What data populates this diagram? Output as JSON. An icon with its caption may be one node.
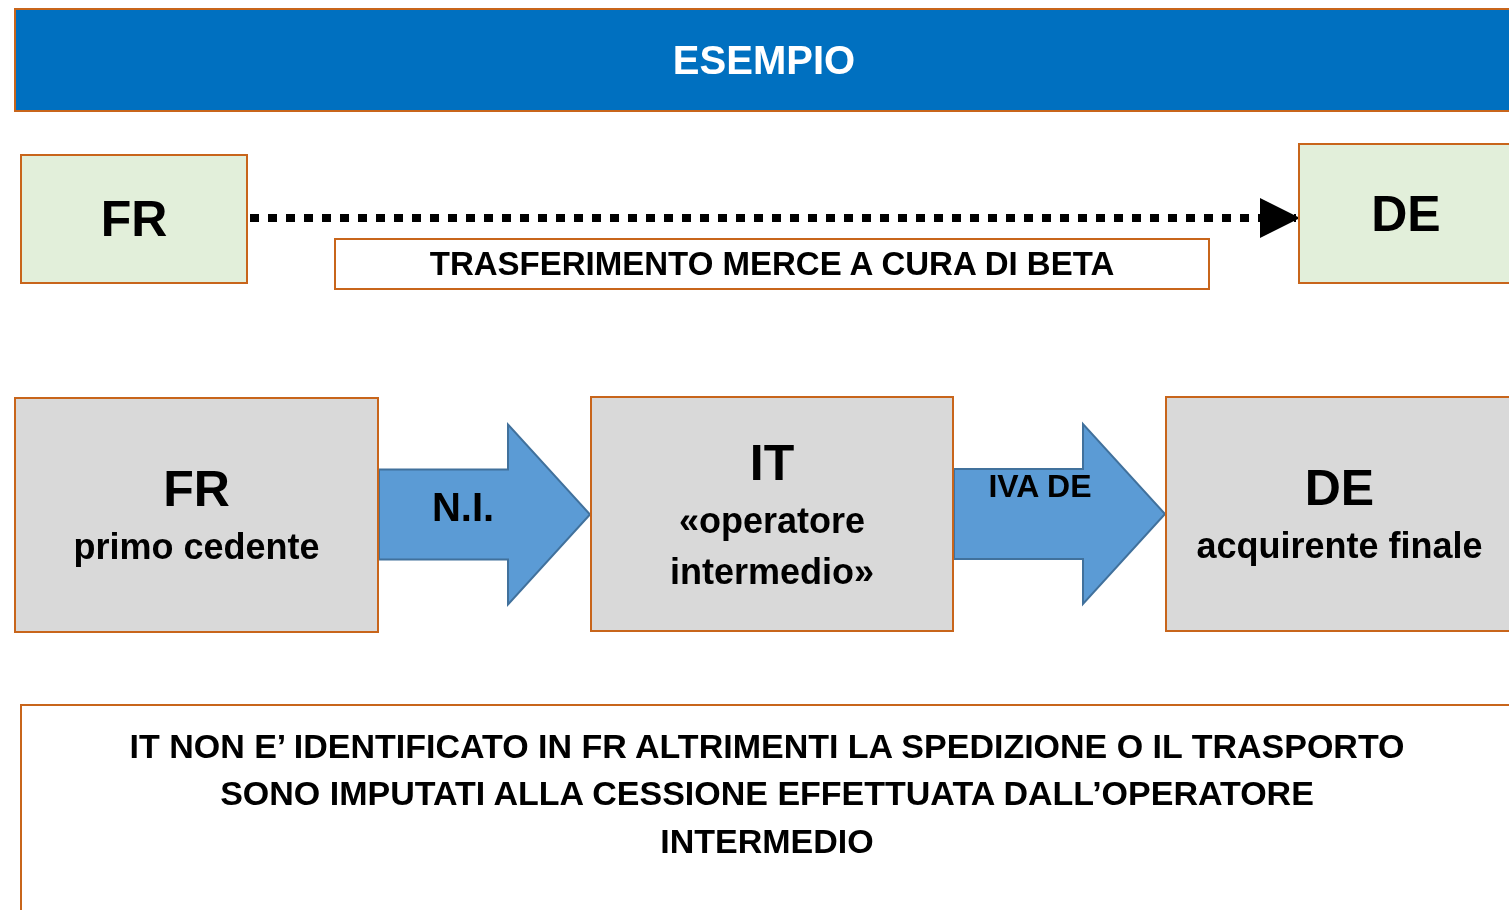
{
  "diagram": {
    "title": "ESEMPIO",
    "nodes": [
      {
        "text": [
          "FR"
        ]
      },
      {
        "text": [
          "DE"
        ]
      },
      {
        "text": [
          "TRASFERIMENTO MERCE A CURA DI BETA"
        ]
      },
      {
        "text": [
          "FR",
          "primo cedente"
        ]
      },
      {
        "text": [
          "IT",
          "«operatore intermedio»"
        ]
      },
      {
        "text": [
          "DE",
          "acquirente finale"
        ]
      },
      {
        "text": [
          "IT NON E’ IDENTIFICATO IN FR ALTRIMENTI LA SPEDIZIONE O IL TRASPORTO SONO IMPUTATI ALLA CESSIONE EFFETTUATA DALL’OPERATORE INTERMEDIO"
        ]
      }
    ],
    "edges": [
      {
        "from": 0,
        "to": 1,
        "arrow": "to",
        "style": "dashed"
      },
      {
        "from": 3,
        "to": 4,
        "arrow": "to",
        "label": "N.I.",
        "style": "thick"
      },
      {
        "from": 4,
        "to": 5,
        "arrow": "to",
        "label": "IVA DE",
        "style": "thick"
      }
    ]
  }
}
